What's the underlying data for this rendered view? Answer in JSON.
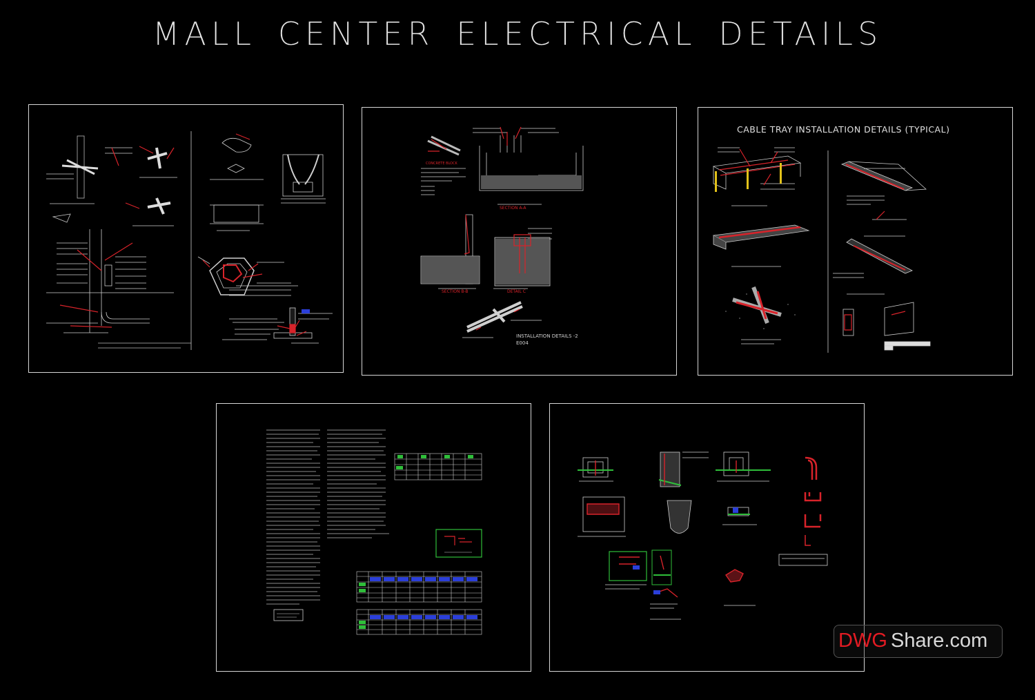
{
  "title": "MALL CENTER ELECTRICAL DETAILS",
  "sheets": {
    "s2": {
      "label1": "INSTALLATION DETAILS -2",
      "label2": "E004"
    },
    "s3": {
      "title": "CABLE TRAY INSTALLATION DETAILS (TYPICAL)"
    }
  },
  "watermark": {
    "part1": "DWG",
    "part2": "Share.com"
  },
  "colors": {
    "background": "#000000",
    "line": "#d8d8d8",
    "accent_red": "#d8232a",
    "accent_green": "#2fbf3a",
    "accent_blue": "#2b3fd9",
    "accent_yellow": "#e3c21a"
  }
}
